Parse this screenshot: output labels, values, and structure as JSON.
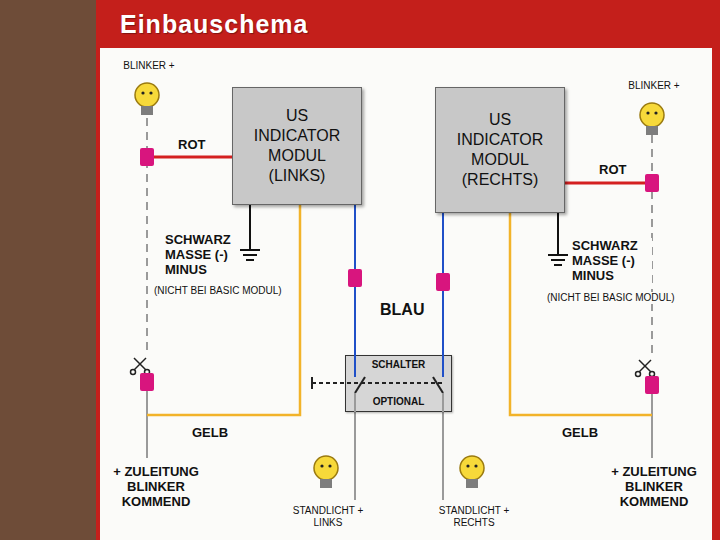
{
  "diagram": {
    "title": "Einbauschema",
    "nodes": [
      {
        "text": [
          "US INDICATOR MODUL (LINKS)"
        ]
      },
      {
        "text": [
          "US INDICATOR MODUL (RECHTS)"
        ]
      },
      {
        "text": [
          "SCHALTER",
          "OPTIONAL"
        ]
      }
    ],
    "edges": [
      {
        "from": 0,
        "to": 2,
        "arrow": "none"
      },
      {
        "from": 1,
        "to": 2,
        "arrow": "none"
      }
    ],
    "labels": [
      "BLINKER +",
      "BLINKER +",
      "ROT",
      "ROT",
      "SCHWARZ MASSE (-) MINUS",
      "(NICHT BEI BASIC MODUL)",
      "SCHWARZ MASSE (-) MINUS",
      "(NICHT BEI BASIC MODUL)",
      "BLAU",
      "GELB",
      "GELB",
      "+ ZULEITUNG BLINKER KOMMEND",
      "+ ZULEITUNG BLINKER KOMMEND",
      "STANDLICHT + LINKS",
      "STANDLICHT + RECHTS"
    ]
  }
}
